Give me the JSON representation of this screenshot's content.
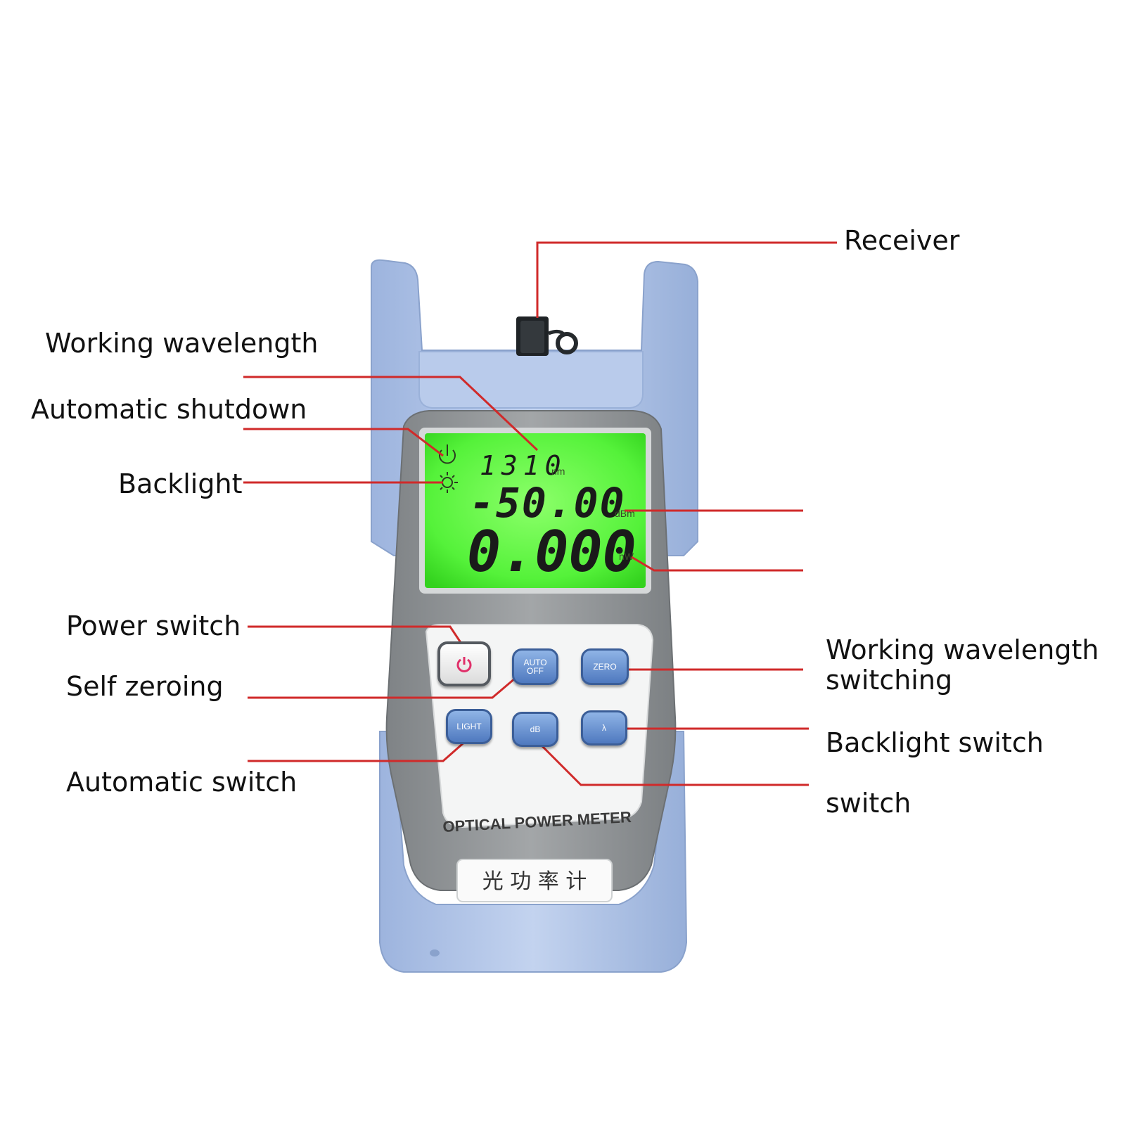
{
  "labels": {
    "receiver": "Receiver",
    "working_wavelength": "Working wavelength",
    "automatic_shutdown": "Automatic shutdown",
    "backlight": "Backlight",
    "power_switch": "Power switch",
    "self_zeroing": "Self zeroing",
    "automatic_switch": "Automatic switch",
    "working_wavelength_switching_line1": "Working wavelength",
    "working_wavelength_switching_line2": "switching",
    "backlight_switch": "Backlight switch",
    "switch": "switch"
  },
  "display": {
    "wavelength": "1310",
    "wavelength_unit": "nm",
    "dbm_value": "-50.00",
    "dbm_unit": "dBm",
    "nw_value": "0.000",
    "nw_unit": "nW"
  },
  "buttons": {
    "auto_off_line1": "AUTO",
    "auto_off_line2": "OFF",
    "zero": "ZERO",
    "light": "LIGHT",
    "db": "dB",
    "lambda": "λ"
  },
  "device": {
    "name": "OPTICAL POWER METER",
    "chinese_name": "光 功 率 计"
  },
  "colors": {
    "callout_line": "#d02a2a",
    "body_blue": "#a9c0e6",
    "lcd_green": "#55f23a",
    "panel_gray": "#8e9294",
    "face_white": "#f6f6f6"
  },
  "icons": [
    "power-icon",
    "sun-icon",
    "auto-off-icon",
    "connector-icon"
  ]
}
